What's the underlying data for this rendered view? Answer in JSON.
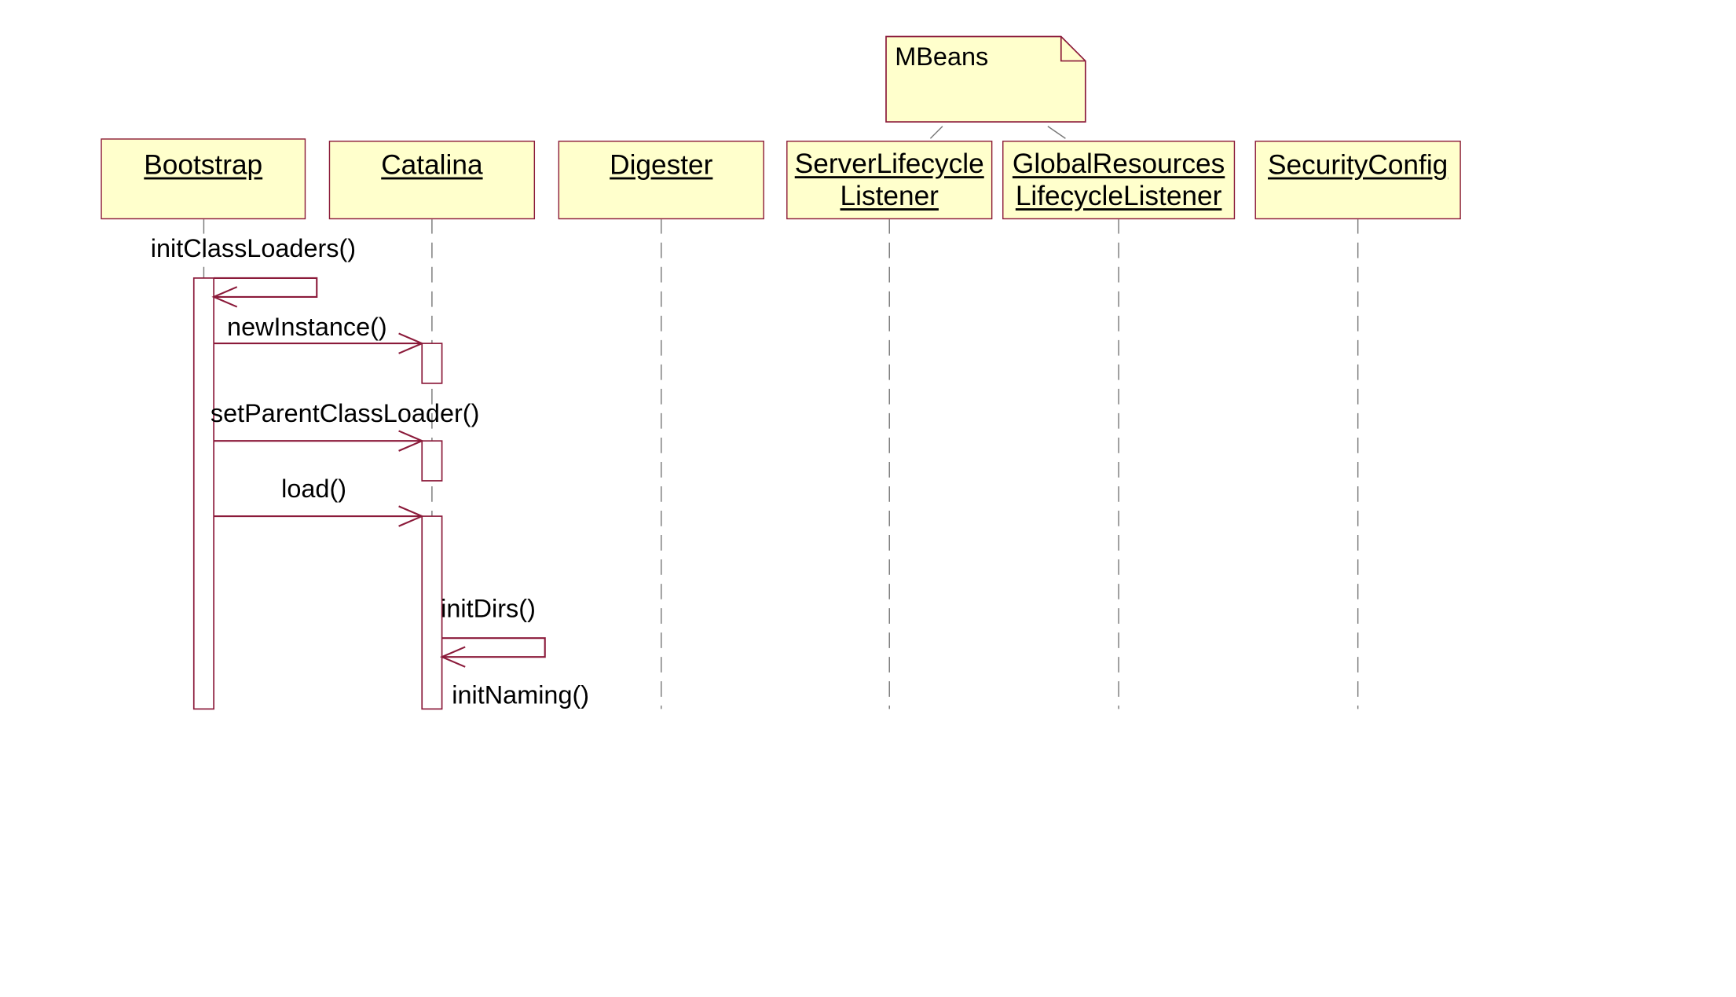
{
  "diagram": {
    "type": "uml-sequence",
    "colors": {
      "stroke": "#8b1a3a",
      "fill": "#ffffcc",
      "lifeline": "#777777"
    },
    "note": {
      "text": "MBeans"
    },
    "objects": [
      {
        "id": "bootstrap",
        "lines": [
          "Bootstrap"
        ]
      },
      {
        "id": "catalina",
        "lines": [
          "Catalina"
        ]
      },
      {
        "id": "digester",
        "lines": [
          "Digester"
        ]
      },
      {
        "id": "server-lifecycle-listener",
        "lines": [
          "ServerLifecycle",
          "Listener"
        ]
      },
      {
        "id": "global-resources-lifecycle-listener",
        "lines": [
          "GlobalResources",
          "LifecycleListener"
        ]
      },
      {
        "id": "security-config",
        "lines": [
          "SecurityConfig"
        ]
      }
    ],
    "messages": [
      {
        "id": "initClassLoaders",
        "label": "initClassLoaders()",
        "from": "bootstrap",
        "to": "bootstrap"
      },
      {
        "id": "newInstance",
        "label": "newInstance()",
        "from": "bootstrap",
        "to": "catalina"
      },
      {
        "id": "setParentClassLoader",
        "label": "setParentClassLoader()",
        "from": "bootstrap",
        "to": "catalina"
      },
      {
        "id": "load",
        "label": "load()",
        "from": "bootstrap",
        "to": "catalina"
      },
      {
        "id": "initDirs",
        "label": "initDirs()",
        "from": "catalina",
        "to": "catalina"
      },
      {
        "id": "initNaming",
        "label": "initNaming()",
        "from": "catalina",
        "to": "catalina"
      }
    ]
  }
}
